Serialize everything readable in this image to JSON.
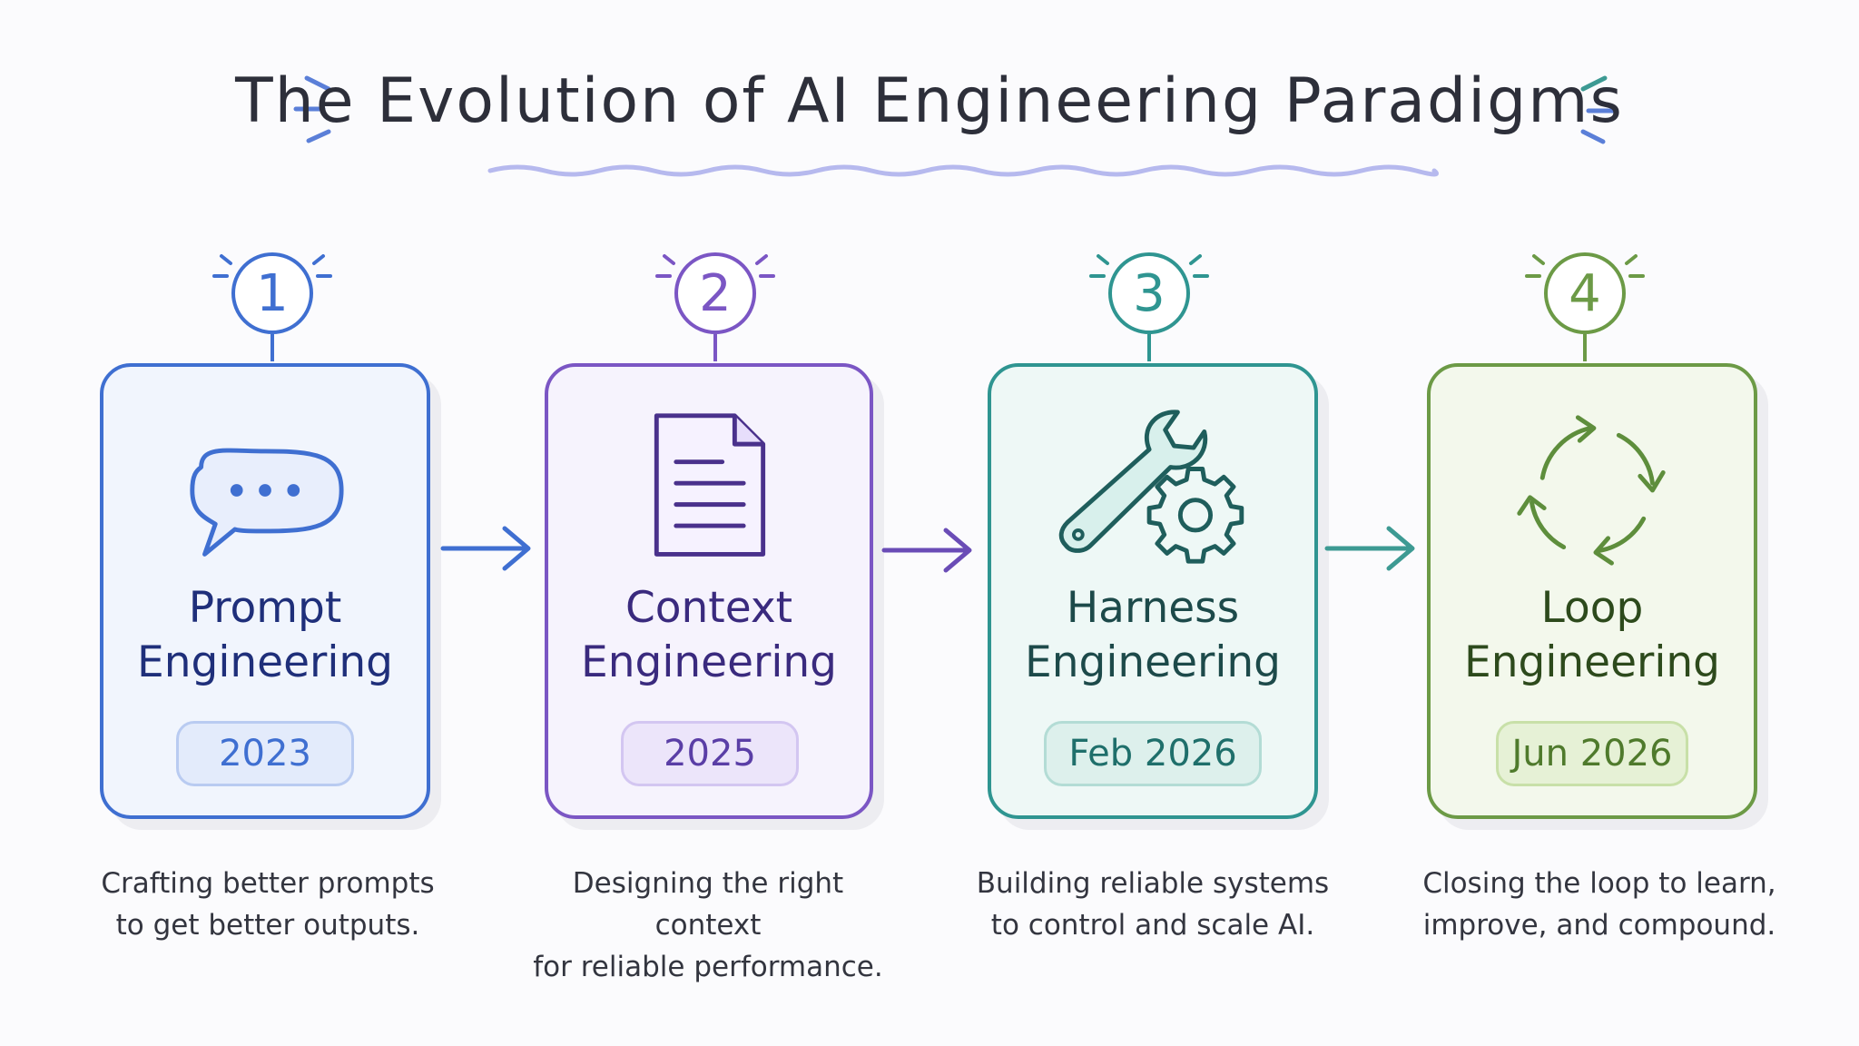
{
  "title": "The Evolution of AI Engineering Paradigms",
  "stages": [
    {
      "number": "1",
      "title_line1": "Prompt",
      "title_line2": "Engineering",
      "year": "2023",
      "desc_line1": "Crafting better prompts",
      "desc_line2": "to get better outputs.",
      "icon": "speech-bubble-icon",
      "color": "#3f6fd1",
      "text_color": "#1f2f7a",
      "card_bg": "#f1f5fd",
      "pill_bg": "#e3ebfb"
    },
    {
      "number": "2",
      "title_line1": "Context",
      "title_line2": "Engineering",
      "year": "2025",
      "desc_line1": "Designing the right context",
      "desc_line2": "for reliable performance.",
      "icon": "document-icon",
      "color": "#7b56c4",
      "text_color": "#3a2a7e",
      "card_bg": "#f6f3fd",
      "pill_bg": "#ece5fa"
    },
    {
      "number": "3",
      "title_line1": "Harness",
      "title_line2": "Engineering",
      "year": "Feb 2026",
      "desc_line1": "Building reliable systems",
      "desc_line2": "to control and scale AI.",
      "icon": "wrench-gear-icon",
      "color": "#2f9591",
      "text_color": "#1d4a4a",
      "card_bg": "#eef8f6",
      "pill_bg": "#ddf0ec"
    },
    {
      "number": "4",
      "title_line1": "Loop",
      "title_line2": "Engineering",
      "year": "Jun 2026",
      "desc_line1": "Closing the loop to learn,",
      "desc_line2": "improve, and compound.",
      "icon": "cycle-arrows-icon",
      "color": "#6c9a46",
      "text_color": "#2d4a1c",
      "card_bg": "#f3f8ec",
      "pill_bg": "#e6f1d6"
    }
  ]
}
